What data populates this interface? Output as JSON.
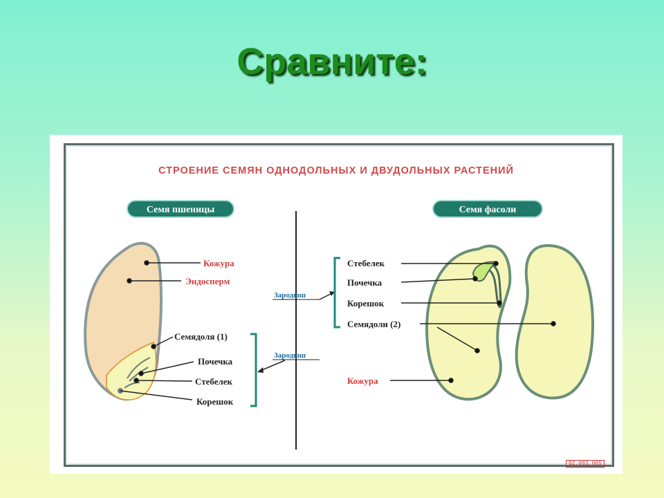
{
  "slide": {
    "title": "Сравните:"
  },
  "poster": {
    "heading": "СТРОЕНИЕ СЕМЯН ОДНОДОЛЬНЫХ И ДВУДОЛЬНЫХ РАСТЕНИЙ",
    "code": "02.003.005",
    "wheat": {
      "badge": "Семя пшеницы",
      "labels": {
        "husk": "Кожура",
        "endosperm": "Эндосперм",
        "cotyledon": "Семядоля (1)",
        "bud": "Почечка",
        "stem": "Стебелек",
        "root": "Корешок"
      }
    },
    "embryo_label": "Зародыш",
    "bean": {
      "badge": "Семя фасоли",
      "labels": {
        "stem": "Стебелек",
        "bud": "Почечка",
        "root": "Корешок",
        "cotyledons": "Семядоли (2)",
        "husk": "Кожура"
      }
    },
    "colors": {
      "heading": "#d04a4a",
      "badge_bg": "#1f7a6a",
      "bracket": "#1f8a7a",
      "red_label": "#d23c3c",
      "endosperm_fill": "#f6dcb4",
      "bean_fill": "#f5f6b8"
    }
  }
}
